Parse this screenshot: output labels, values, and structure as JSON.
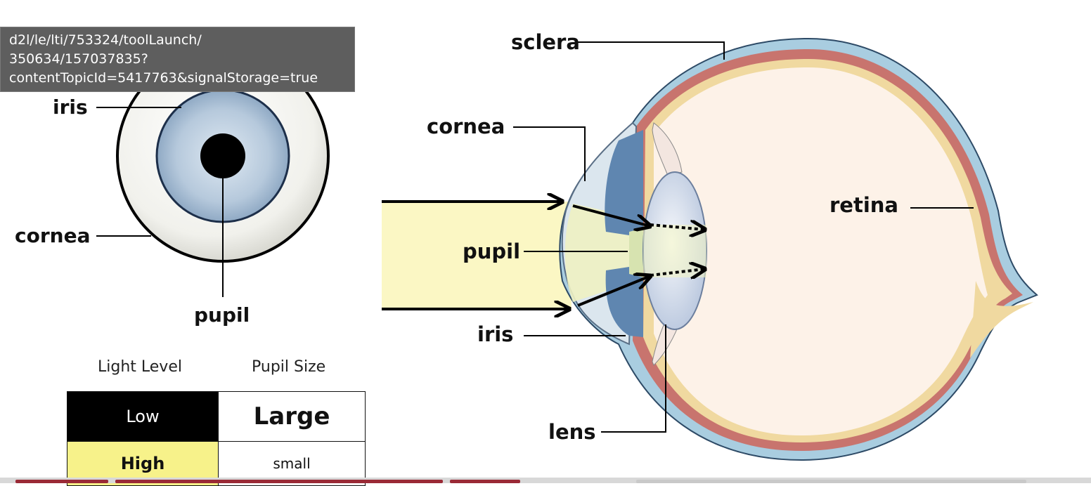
{
  "tooltip": {
    "lines": [
      "d2l/le/lti/753324/toolLaunch/",
      "350634/157037835?",
      "contentTopicId=5417763&signalStorage=true"
    ]
  },
  "front_eye": {
    "labels": {
      "iris": "iris",
      "cornea": "cornea",
      "pupil": "pupil"
    }
  },
  "table": {
    "headers": {
      "light_level": "Light Level",
      "pupil_size": "Pupil Size"
    },
    "rows": [
      {
        "light": "Low",
        "size": "Large",
        "light_bg": "#000000",
        "light_color": "#ffffff"
      },
      {
        "light": "High",
        "size": "small",
        "light_bg": "#f7f28a",
        "light_color": "#111111"
      }
    ]
  },
  "side_eye": {
    "labels": {
      "sclera": "sclera",
      "cornea": "cornea",
      "pupil": "pupil",
      "iris": "iris",
      "lens": "lens",
      "retina": "retina"
    }
  },
  "colors": {
    "sclera": "#a9cde0",
    "choroid": "#c8746e",
    "retina_layer": "#f0d9a0",
    "vitreous": "#fdf2e8",
    "light_beam": "#fbf7c4",
    "iris_blue": "#b3c9df"
  },
  "icons": [
    "arrow-icon",
    "dotted-arrow-icon"
  ]
}
